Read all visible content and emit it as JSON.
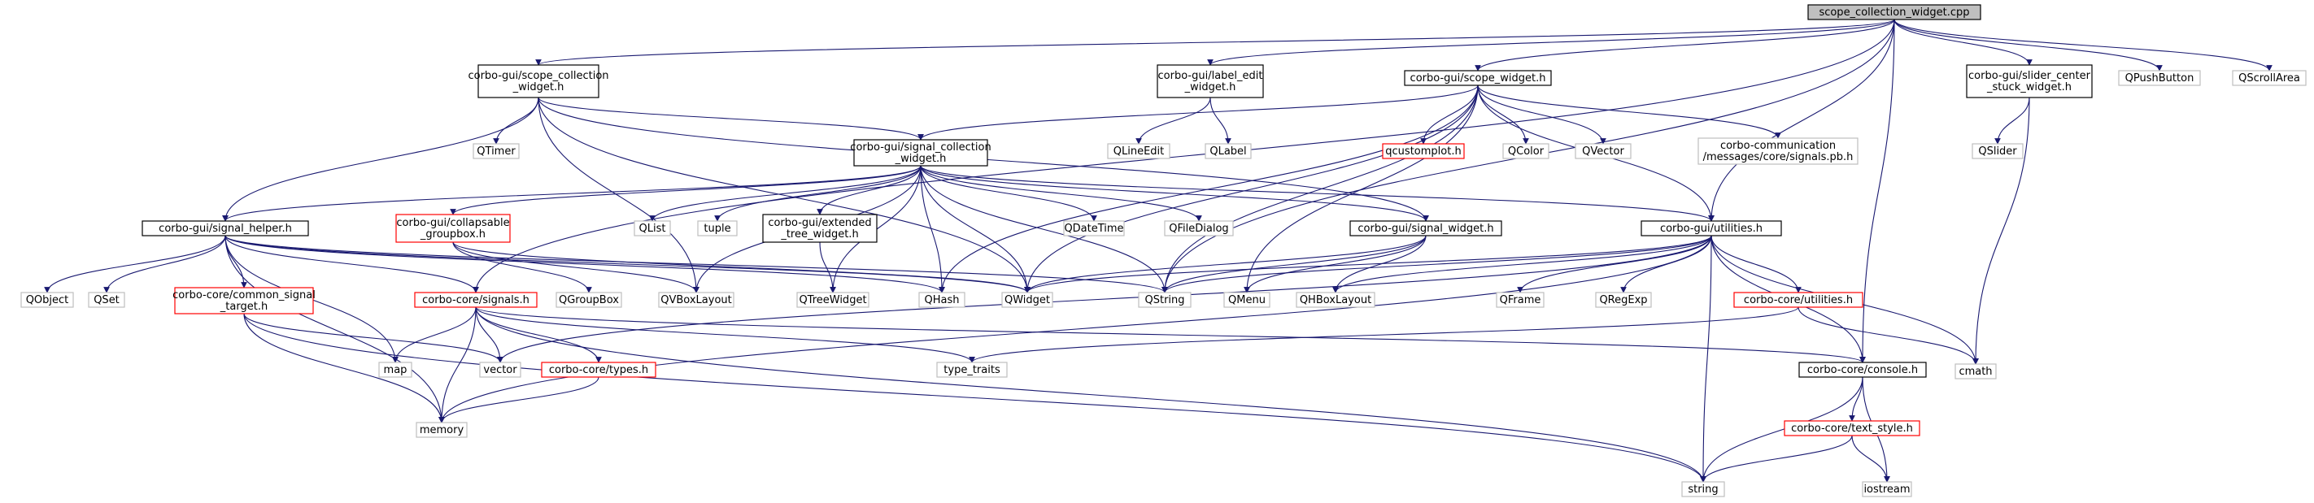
{
  "colors": {
    "edge": "#191970",
    "root_fill": "#bfbfbf",
    "local_border": "#000000",
    "truncated_border": "#ff0000",
    "system_border": "#bfbfbf"
  },
  "nodes": [
    {
      "id": "root",
      "kind": "root",
      "lines": [
        "scope_collection_widget.cpp"
      ]
    },
    {
      "id": "sc_h",
      "kind": "local",
      "lines": [
        "corbo-gui/scope_collection",
        "_widget.h"
      ]
    },
    {
      "id": "le_h",
      "kind": "local",
      "lines": [
        "corbo-gui/label_edit",
        "_widget.h"
      ]
    },
    {
      "id": "sw_h",
      "kind": "local",
      "lines": [
        "corbo-gui/scope_widget.h"
      ]
    },
    {
      "id": "slider_h",
      "kind": "local",
      "lines": [
        "corbo-gui/slider_center",
        "_stuck_widget.h"
      ]
    },
    {
      "id": "qpush",
      "kind": "ext",
      "lines": [
        "QPushButton"
      ]
    },
    {
      "id": "qscroll",
      "kind": "ext",
      "lines": [
        "QScrollArea"
      ]
    },
    {
      "id": "qtimer",
      "kind": "ext",
      "lines": [
        "QTimer"
      ]
    },
    {
      "id": "qlineedit",
      "kind": "ext",
      "lines": [
        "QLineEdit"
      ]
    },
    {
      "id": "qlabel",
      "kind": "ext",
      "lines": [
        "QLabel"
      ]
    },
    {
      "id": "qcustomplot",
      "kind": "red",
      "lines": [
        "qcustomplot.h"
      ]
    },
    {
      "id": "qcolor",
      "kind": "ext",
      "lines": [
        "QColor"
      ]
    },
    {
      "id": "qvector",
      "kind": "ext",
      "lines": [
        "QVector"
      ]
    },
    {
      "id": "signals_pb",
      "kind": "ext",
      "lines": [
        "corbo-communication",
        "/messages/core/signals.pb.h"
      ]
    },
    {
      "id": "qslider",
      "kind": "ext",
      "lines": [
        "QSlider"
      ]
    },
    {
      "id": "scw_h",
      "kind": "local",
      "lines": [
        "corbo-gui/signal_collection",
        "_widget.h"
      ]
    },
    {
      "id": "sh_h",
      "kind": "local",
      "lines": [
        "corbo-gui/signal_helper.h"
      ]
    },
    {
      "id": "coll_h",
      "kind": "red",
      "lines": [
        "corbo-gui/collapsable",
        "_groupbox.h"
      ]
    },
    {
      "id": "qlist",
      "kind": "ext",
      "lines": [
        "QList"
      ]
    },
    {
      "id": "tuple",
      "kind": "ext",
      "lines": [
        "tuple"
      ]
    },
    {
      "id": "ext_h",
      "kind": "local",
      "lines": [
        "corbo-gui/extended",
        "_tree_widget.h"
      ]
    },
    {
      "id": "qdatetime",
      "kind": "ext",
      "lines": [
        "QDateTime"
      ]
    },
    {
      "id": "qfiledialog",
      "kind": "ext",
      "lines": [
        "QFileDialog"
      ]
    },
    {
      "id": "sigw_h",
      "kind": "local",
      "lines": [
        "corbo-gui/signal_widget.h"
      ]
    },
    {
      "id": "util_h",
      "kind": "local",
      "lines": [
        "corbo-gui/utilities.h"
      ]
    },
    {
      "id": "cmath",
      "kind": "ext",
      "lines": [
        "cmath"
      ]
    },
    {
      "id": "qobject",
      "kind": "ext",
      "lines": [
        "QObject"
      ]
    },
    {
      "id": "qset",
      "kind": "ext",
      "lines": [
        "QSet"
      ]
    },
    {
      "id": "cst_h",
      "kind": "red",
      "lines": [
        "corbo-core/common_signal",
        "_target.h"
      ]
    },
    {
      "id": "csig_h",
      "kind": "red",
      "lines": [
        "corbo-core/signals.h"
      ]
    },
    {
      "id": "qgroupbox",
      "kind": "ext",
      "lines": [
        "QGroupBox"
      ]
    },
    {
      "id": "qvboxlayout",
      "kind": "ext",
      "lines": [
        "QVBoxLayout"
      ]
    },
    {
      "id": "qtreewidget",
      "kind": "ext",
      "lines": [
        "QTreeWidget"
      ]
    },
    {
      "id": "qhash",
      "kind": "ext",
      "lines": [
        "QHash"
      ]
    },
    {
      "id": "qwidget",
      "kind": "ext",
      "lines": [
        "QWidget"
      ]
    },
    {
      "id": "qstring",
      "kind": "ext",
      "lines": [
        "QString"
      ]
    },
    {
      "id": "qmenu",
      "kind": "ext",
      "lines": [
        "QMenu"
      ]
    },
    {
      "id": "qhboxlayout",
      "kind": "ext",
      "lines": [
        "QHBoxLayout"
      ]
    },
    {
      "id": "qframe",
      "kind": "ext",
      "lines": [
        "QFrame"
      ]
    },
    {
      "id": "qregexp",
      "kind": "ext",
      "lines": [
        "QRegExp"
      ]
    },
    {
      "id": "cutil_h",
      "kind": "red",
      "lines": [
        "corbo-core/utilities.h"
      ]
    },
    {
      "id": "map",
      "kind": "ext",
      "lines": [
        "map"
      ]
    },
    {
      "id": "vector",
      "kind": "ext",
      "lines": [
        "vector"
      ]
    },
    {
      "id": "types_h",
      "kind": "red",
      "lines": [
        "corbo-core/types.h"
      ]
    },
    {
      "id": "type_traits",
      "kind": "ext",
      "lines": [
        "type_traits"
      ]
    },
    {
      "id": "console_h",
      "kind": "local",
      "lines": [
        "corbo-core/console.h"
      ]
    },
    {
      "id": "memory",
      "kind": "ext",
      "lines": [
        "memory"
      ]
    },
    {
      "id": "text_style_h",
      "kind": "red",
      "lines": [
        "corbo-core/text_style.h"
      ]
    },
    {
      "id": "iostream",
      "kind": "ext",
      "lines": [
        "iostream"
      ]
    },
    {
      "id": "string",
      "kind": "ext",
      "lines": [
        "string"
      ]
    }
  ],
  "edges": [
    [
      "root",
      "sc_h"
    ],
    [
      "root",
      "le_h"
    ],
    [
      "root",
      "sw_h"
    ],
    [
      "root",
      "slider_h"
    ],
    [
      "root",
      "qpush"
    ],
    [
      "root",
      "qscroll"
    ],
    [
      "root",
      "csig_h"
    ],
    [
      "root",
      "console_h"
    ],
    [
      "root",
      "util_h"
    ],
    [
      "root",
      "qstring"
    ],
    [
      "sc_h",
      "qtimer"
    ],
    [
      "sc_h",
      "scw_h"
    ],
    [
      "sc_h",
      "sh_h"
    ],
    [
      "sc_h",
      "qvboxlayout"
    ],
    [
      "sc_h",
      "qwidget"
    ],
    [
      "sc_h",
      "sigw_h"
    ],
    [
      "le_h",
      "qlineedit"
    ],
    [
      "le_h",
      "qlabel"
    ],
    [
      "sw_h",
      "scw_h"
    ],
    [
      "sw_h",
      "qcustomplot"
    ],
    [
      "sw_h",
      "qcolor"
    ],
    [
      "sw_h",
      "qvector"
    ],
    [
      "sw_h",
      "signals_pb"
    ],
    [
      "sw_h",
      "util_h"
    ],
    [
      "sw_h",
      "qhash"
    ],
    [
      "sw_h",
      "qwidget"
    ],
    [
      "sw_h",
      "qstring"
    ],
    [
      "sw_h",
      "qmenu"
    ],
    [
      "slider_h",
      "qslider"
    ],
    [
      "slider_h",
      "cmath"
    ],
    [
      "scw_h",
      "sh_h"
    ],
    [
      "scw_h",
      "coll_h"
    ],
    [
      "scw_h",
      "qlist"
    ],
    [
      "scw_h",
      "tuple"
    ],
    [
      "scw_h",
      "ext_h"
    ],
    [
      "scw_h",
      "qdatetime"
    ],
    [
      "scw_h",
      "qfiledialog"
    ],
    [
      "scw_h",
      "sigw_h"
    ],
    [
      "scw_h",
      "util_h"
    ],
    [
      "scw_h",
      "qvboxlayout"
    ],
    [
      "scw_h",
      "qtreewidget"
    ],
    [
      "scw_h",
      "qhash"
    ],
    [
      "scw_h",
      "qwidget"
    ],
    [
      "scw_h",
      "qstring"
    ],
    [
      "sh_h",
      "qobject"
    ],
    [
      "sh_h",
      "qset"
    ],
    [
      "sh_h",
      "cst_h"
    ],
    [
      "sh_h",
      "csig_h"
    ],
    [
      "sh_h",
      "map"
    ],
    [
      "sh_h",
      "memory"
    ],
    [
      "sh_h",
      "qhash"
    ],
    [
      "sh_h",
      "qstring"
    ],
    [
      "sh_h",
      "qwidget"
    ],
    [
      "coll_h",
      "qgroupbox"
    ],
    [
      "coll_h",
      "qvboxlayout"
    ],
    [
      "coll_h",
      "qwidget"
    ],
    [
      "ext_h",
      "qtreewidget"
    ],
    [
      "sigw_h",
      "qwidget"
    ],
    [
      "sigw_h",
      "qmenu"
    ],
    [
      "sigw_h",
      "qhboxlayout"
    ],
    [
      "sigw_h",
      "qstring"
    ],
    [
      "util_h",
      "qwidget"
    ],
    [
      "util_h",
      "qstring"
    ],
    [
      "util_h",
      "qframe"
    ],
    [
      "util_h",
      "qregexp"
    ],
    [
      "util_h",
      "cutil_h"
    ],
    [
      "util_h",
      "console_h"
    ],
    [
      "util_h",
      "cmath"
    ],
    [
      "util_h",
      "string"
    ],
    [
      "util_h",
      "vector"
    ],
    [
      "util_h",
      "memory"
    ],
    [
      "util_h",
      "qhboxlayout"
    ],
    [
      "cst_h",
      "vector"
    ],
    [
      "cst_h",
      "memory"
    ],
    [
      "cst_h",
      "string"
    ],
    [
      "csig_h",
      "map"
    ],
    [
      "csig_h",
      "vector"
    ],
    [
      "csig_h",
      "types_h"
    ],
    [
      "csig_h",
      "type_traits"
    ],
    [
      "csig_h",
      "memory"
    ],
    [
      "csig_h",
      "string"
    ],
    [
      "csig_h",
      "console_h"
    ],
    [
      "types_h",
      "memory"
    ],
    [
      "cutil_h",
      "type_traits"
    ],
    [
      "cutil_h",
      "cmath"
    ],
    [
      "console_h",
      "text_style_h"
    ],
    [
      "console_h",
      "iostream"
    ],
    [
      "console_h",
      "string"
    ],
    [
      "text_style_h",
      "iostream"
    ],
    [
      "text_style_h",
      "string"
    ]
  ]
}
